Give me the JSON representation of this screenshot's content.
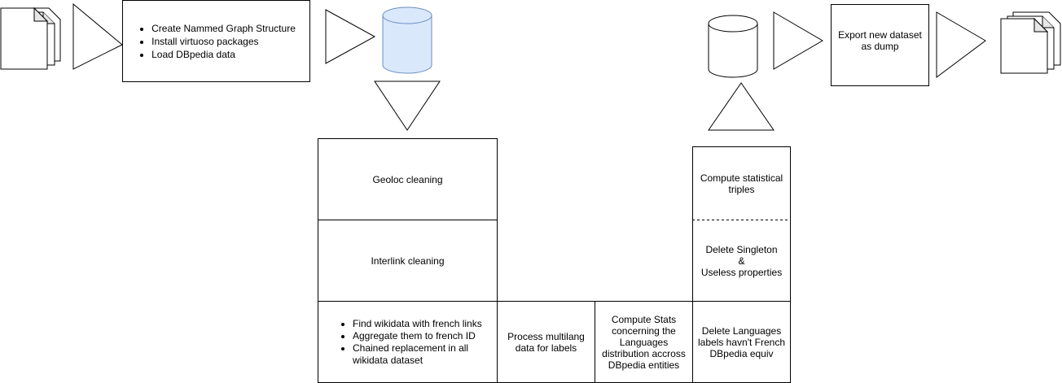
{
  "setup": {
    "steps": [
      "Create Nammed Graph Structure",
      "Install virtuoso packages",
      "Load DBpedia data"
    ]
  },
  "cleaning": {
    "geoloc": "Geoloc cleaning",
    "interlink": "Interlink cleaning",
    "wikidata_steps": [
      "Find wikidata with french links",
      "Aggregate them to french ID",
      "Chained replacement in all wikidata dataset"
    ],
    "multilang": "Process multilang data for labels",
    "stats": "Compute Stats concerning the Languages distribution accross DBpedia entities"
  },
  "final": {
    "statistical": "Compute statistical triples",
    "singleton": "Delete Singleton\n&\nUseless properties",
    "languages": "Delete Languages labels havn't French DBpedia equiv"
  },
  "export": {
    "label": "Export new dataset as dump"
  },
  "colors": {
    "stroke": "#000000",
    "db_source_fill": "#dae8fc",
    "db_source_stroke": "#6c8ebf",
    "fill": "#ffffff"
  },
  "icons": [
    "document-stack-icon",
    "arrow-right-icon",
    "arrow-down-icon",
    "arrow-up-icon",
    "database-icon"
  ]
}
